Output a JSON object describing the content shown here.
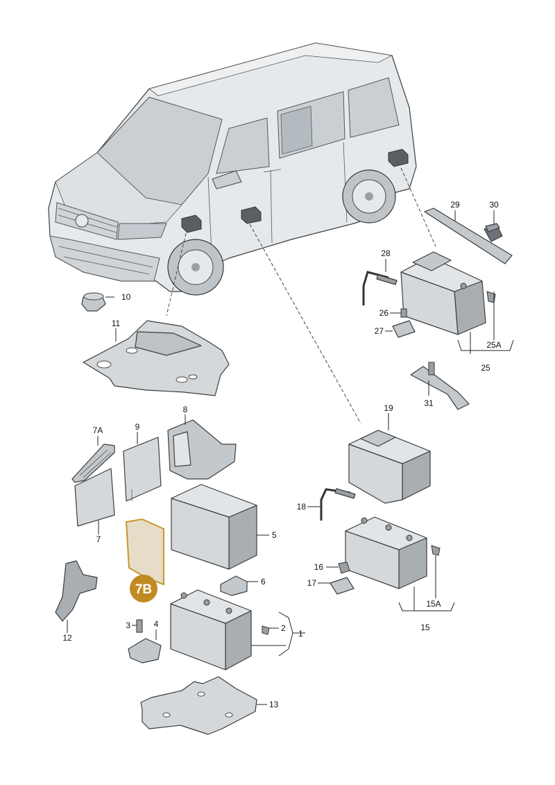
{
  "labels": {
    "p1": "1",
    "p2": "2",
    "p3": "3",
    "p4": "4",
    "p5": "5",
    "p6": "6",
    "p7": "7",
    "p7A": "7A",
    "p7B": "7B",
    "p8": "8",
    "p9": "9",
    "p10": "10",
    "p11": "11",
    "p12": "12",
    "p13": "13",
    "p15": "15",
    "p15A": "15A",
    "p16": "16",
    "p17": "17",
    "p18": "18",
    "p19": "19",
    "p25": "25",
    "p25A": "25A",
    "p26": "26",
    "p27": "27",
    "p28": "28",
    "p29": "29",
    "p30": "30",
    "p31": "31"
  },
  "colors": {
    "part_fill": "#d4d8db",
    "part_dark": "#a9aeb2",
    "vehicle_body": "#e6e9eb",
    "glass": "#c9cfd3",
    "highlight_part": "#e6dcc8",
    "highlight_outline": "#c8962a",
    "badge": "#c08b22",
    "line": "#222222"
  }
}
